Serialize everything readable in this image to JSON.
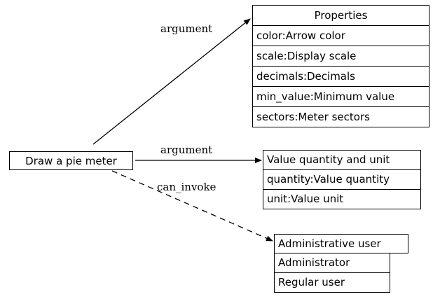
{
  "diagram": {
    "type": "entity-relationship-graph",
    "background": "#ffffff",
    "line_color": "#000000",
    "text_color": "#000000"
  },
  "source_node": {
    "label": "Draw a pie meter"
  },
  "nodes": [
    {
      "id": "properties",
      "header": "Properties",
      "rows": [
        "color:Arrow color",
        "scale:Display scale",
        "decimals:Decimals",
        "min_value:Minimum value",
        "sectors:Meter sectors"
      ]
    },
    {
      "id": "value-quantity-and-unit",
      "header": "Value quantity and unit",
      "rows": [
        "quantity:Value quantity",
        "unit:Value unit"
      ]
    },
    {
      "id": "administrative-user",
      "header": "Administrative user",
      "rows": [
        "Administrator",
        "Regular user"
      ]
    }
  ],
  "edges": [
    {
      "id": "edge-to-properties",
      "label": "argument",
      "style": "solid"
    },
    {
      "id": "edge-to-value",
      "label": "argument",
      "style": "solid"
    },
    {
      "id": "edge-to-admin-user",
      "label": "can_invoke",
      "style": "dashed"
    }
  ]
}
